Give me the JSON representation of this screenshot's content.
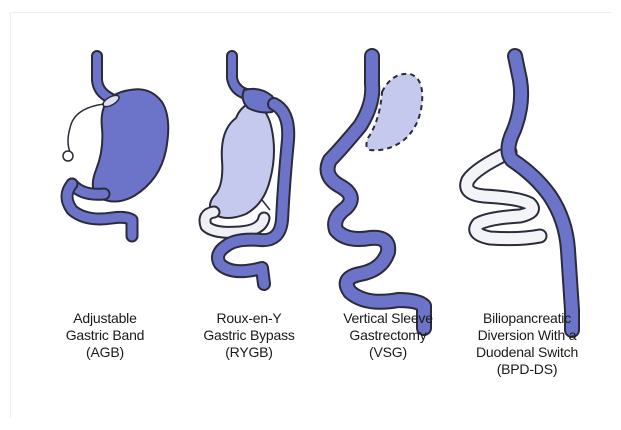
{
  "procedures": [
    {
      "key": "agb",
      "lines": [
        "Adjustable",
        "Gastric Band",
        "(AGB)"
      ]
    },
    {
      "key": "rygb",
      "lines": [
        "Roux-en-Y",
        "Gastric Bypass",
        "(RYGB)"
      ]
    },
    {
      "key": "vsg",
      "lines": [
        "Vertical Sleeve",
        "Gastrectomy",
        "(VSG)"
      ]
    },
    {
      "key": "bpd-ds",
      "lines": [
        "Biliopancreatic",
        "Diversion With a",
        "Duodenal Switch",
        "(BPD-DS)"
      ]
    }
  ],
  "colors": {
    "tube_fill": "#6b74c9",
    "stomach_fill": "#6b74c9",
    "pouch_light": "#c5c9ee",
    "removed_fill": "#c5c9ee",
    "bypassed_fill": "#eef0f6",
    "outline": "#2b2b3a"
  }
}
